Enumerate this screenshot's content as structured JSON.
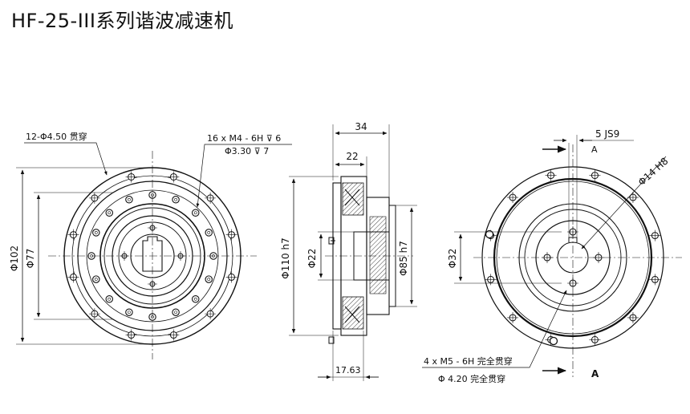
{
  "title": "HF-25-III系列谐波减速机",
  "front_view": {
    "hole_note": "12-Φ4.50 贯穿",
    "tap_note_1": "16 x  M4 - 6H ⊽ 6",
    "tap_note_2": "Φ3.30 ⊽ 7",
    "dim_outer": "Φ102",
    "dim_mid": "Φ77"
  },
  "section_view": {
    "dim_length": "34",
    "dim_flange": "22",
    "dim_outer": "Φ110 h7",
    "dim_bore": "Φ22",
    "dim_hub": "Φ85 h7",
    "dim_bottom": "17.63"
  },
  "rear_view": {
    "keyway": "5 JS9",
    "section_mark_top": "A",
    "section_mark_bottom": "A",
    "dim_shaft": "Φ14 H8",
    "dim_pcd": "Φ32",
    "tap_note_1": "4 x  M5 - 6H 完全贯穿",
    "tap_note_2": "Φ 4.20 完全贯穿"
  }
}
